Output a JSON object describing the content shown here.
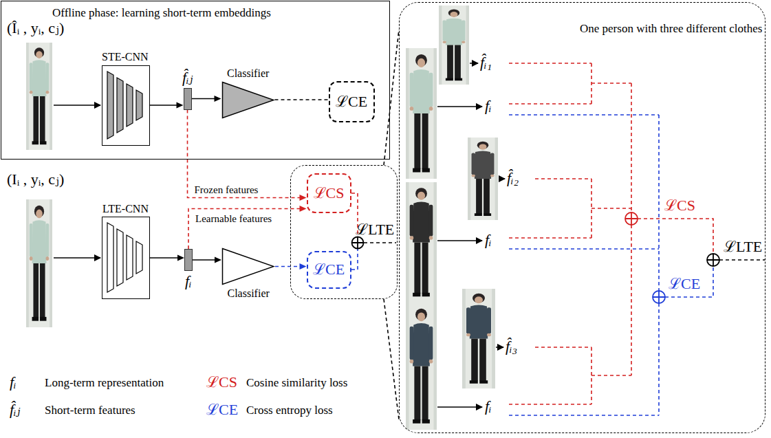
{
  "diagram": {
    "nodes": [
      {
        "text": [
          "Offline phase: learning short-term embeddings"
        ]
      },
      {
        "text": [
          "STE-CNN"
        ],
        "in": 0
      },
      {
        "text": [
          "f̂ᵢⱼ"
        ],
        "in": 0
      },
      {
        "text": [
          "Classifier"
        ],
        "in": 0
      },
      {
        "text": [
          "ℒCE"
        ],
        "in": 0
      },
      {
        "text": [
          "LTE-CNN"
        ]
      },
      {
        "text": [
          "fᵢ"
        ]
      },
      {
        "text": [
          "Classifier"
        ]
      },
      {
        "text": [
          "ℒLTE"
        ]
      },
      {
        "text": [
          "ℒCS"
        ],
        "in": 8
      },
      {
        "text": [
          "ℒCE"
        ],
        "in": 8
      },
      {
        "text": [
          "One person with three different clothes"
        ]
      }
    ],
    "edges": [
      {
        "from": 1,
        "to": 2,
        "arrow": "to"
      },
      {
        "from": 2,
        "to": 3,
        "arrow": "to"
      },
      {
        "from": 3,
        "to": 4,
        "arrow": "none"
      },
      {
        "from": 5,
        "to": 6,
        "arrow": "to"
      },
      {
        "from": 6,
        "to": 7,
        "arrow": "to"
      },
      {
        "from": 7,
        "to": 10,
        "arrow": "to"
      },
      {
        "from": 2,
        "to": 9,
        "label": "Frozen features",
        "arrow": "to"
      },
      {
        "from": 6,
        "to": 9,
        "label": "Learnable features",
        "arrow": "to"
      },
      {
        "from": 8,
        "to": 11,
        "arrow": "none"
      },
      {
        "from": 8,
        "to": 11,
        "arrow": "none"
      }
    ],
    "labels": [
      "(Îᵢ , yᵢ, cⱼ)",
      "(Iᵢ , yᵢ, cⱼ)",
      "f̂ᵢ₁",
      "fᵢ",
      "f̂ᵢ₂",
      "fᵢ",
      "f̂ᵢ₃",
      "fᵢ",
      "ℒCS",
      "ℒCE",
      "ℒLTE",
      "fᵢ",
      "f̂ᵢⱼ",
      "ℒCS",
      "ℒCE"
    ],
    "legend": [
      {
        "text": "Long-term representation"
      },
      {
        "text": "Short-term features"
      },
      {
        "text": "Cosine similarity loss"
      },
      {
        "text": "Cross entropy loss"
      }
    ]
  }
}
